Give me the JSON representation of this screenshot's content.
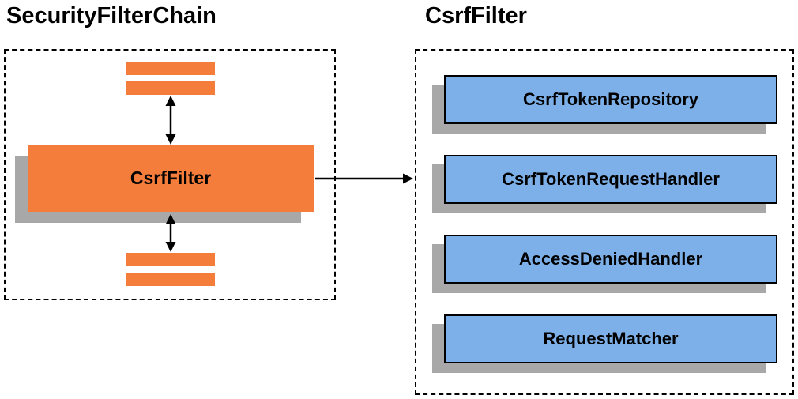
{
  "colors": {
    "orange": "#F47D3C",
    "blue": "#7DB0E8",
    "shadow": "#A8A8A8"
  },
  "left_panel": {
    "title": "SecurityFilterChain",
    "csrf_filter_label": "CsrfFilter"
  },
  "right_panel": {
    "title": "CsrfFilter",
    "components": [
      {
        "label": "CsrfTokenRepository"
      },
      {
        "label": "CsrfTokenRequestHandler"
      },
      {
        "label": "AccessDeniedHandler"
      },
      {
        "label": "RequestMatcher"
      }
    ]
  }
}
